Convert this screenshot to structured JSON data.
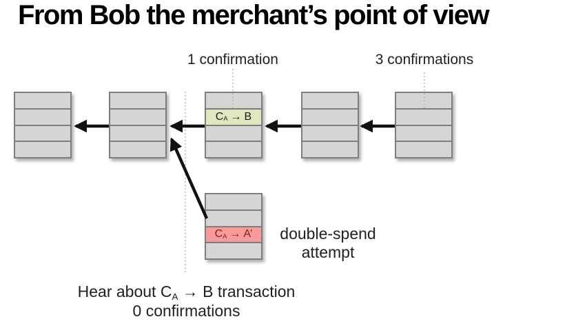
{
  "title": "From Bob the merchant’s point of view",
  "labels": {
    "one_confirmation": "1 confirmation",
    "three_confirmations": "3 confirmations"
  },
  "transactions": {
    "green": {
      "from": "C",
      "from_sub": "A",
      "arrow": "→",
      "to": "B"
    },
    "red": {
      "from": "C",
      "from_sub": "A",
      "arrow": "→",
      "to": "A’"
    }
  },
  "double_spend": {
    "line1": "double-spend",
    "line2": "attempt"
  },
  "footer": {
    "line1_prefix": "Hear about C",
    "line1_sub": "A",
    "line1_suffix": " → B transaction",
    "line2": "0 confirmations"
  },
  "colors": {
    "tx_confirmed_bg": "#dfe8c1",
    "tx_doublespend_bg": "#f69b9b",
    "tx_doublespend_text": "#8c1b1b",
    "block_fill": "#d5d5d5",
    "block_border": "#7d7d7d",
    "arrow": "#111111",
    "guide_line": "#aeaeae"
  }
}
